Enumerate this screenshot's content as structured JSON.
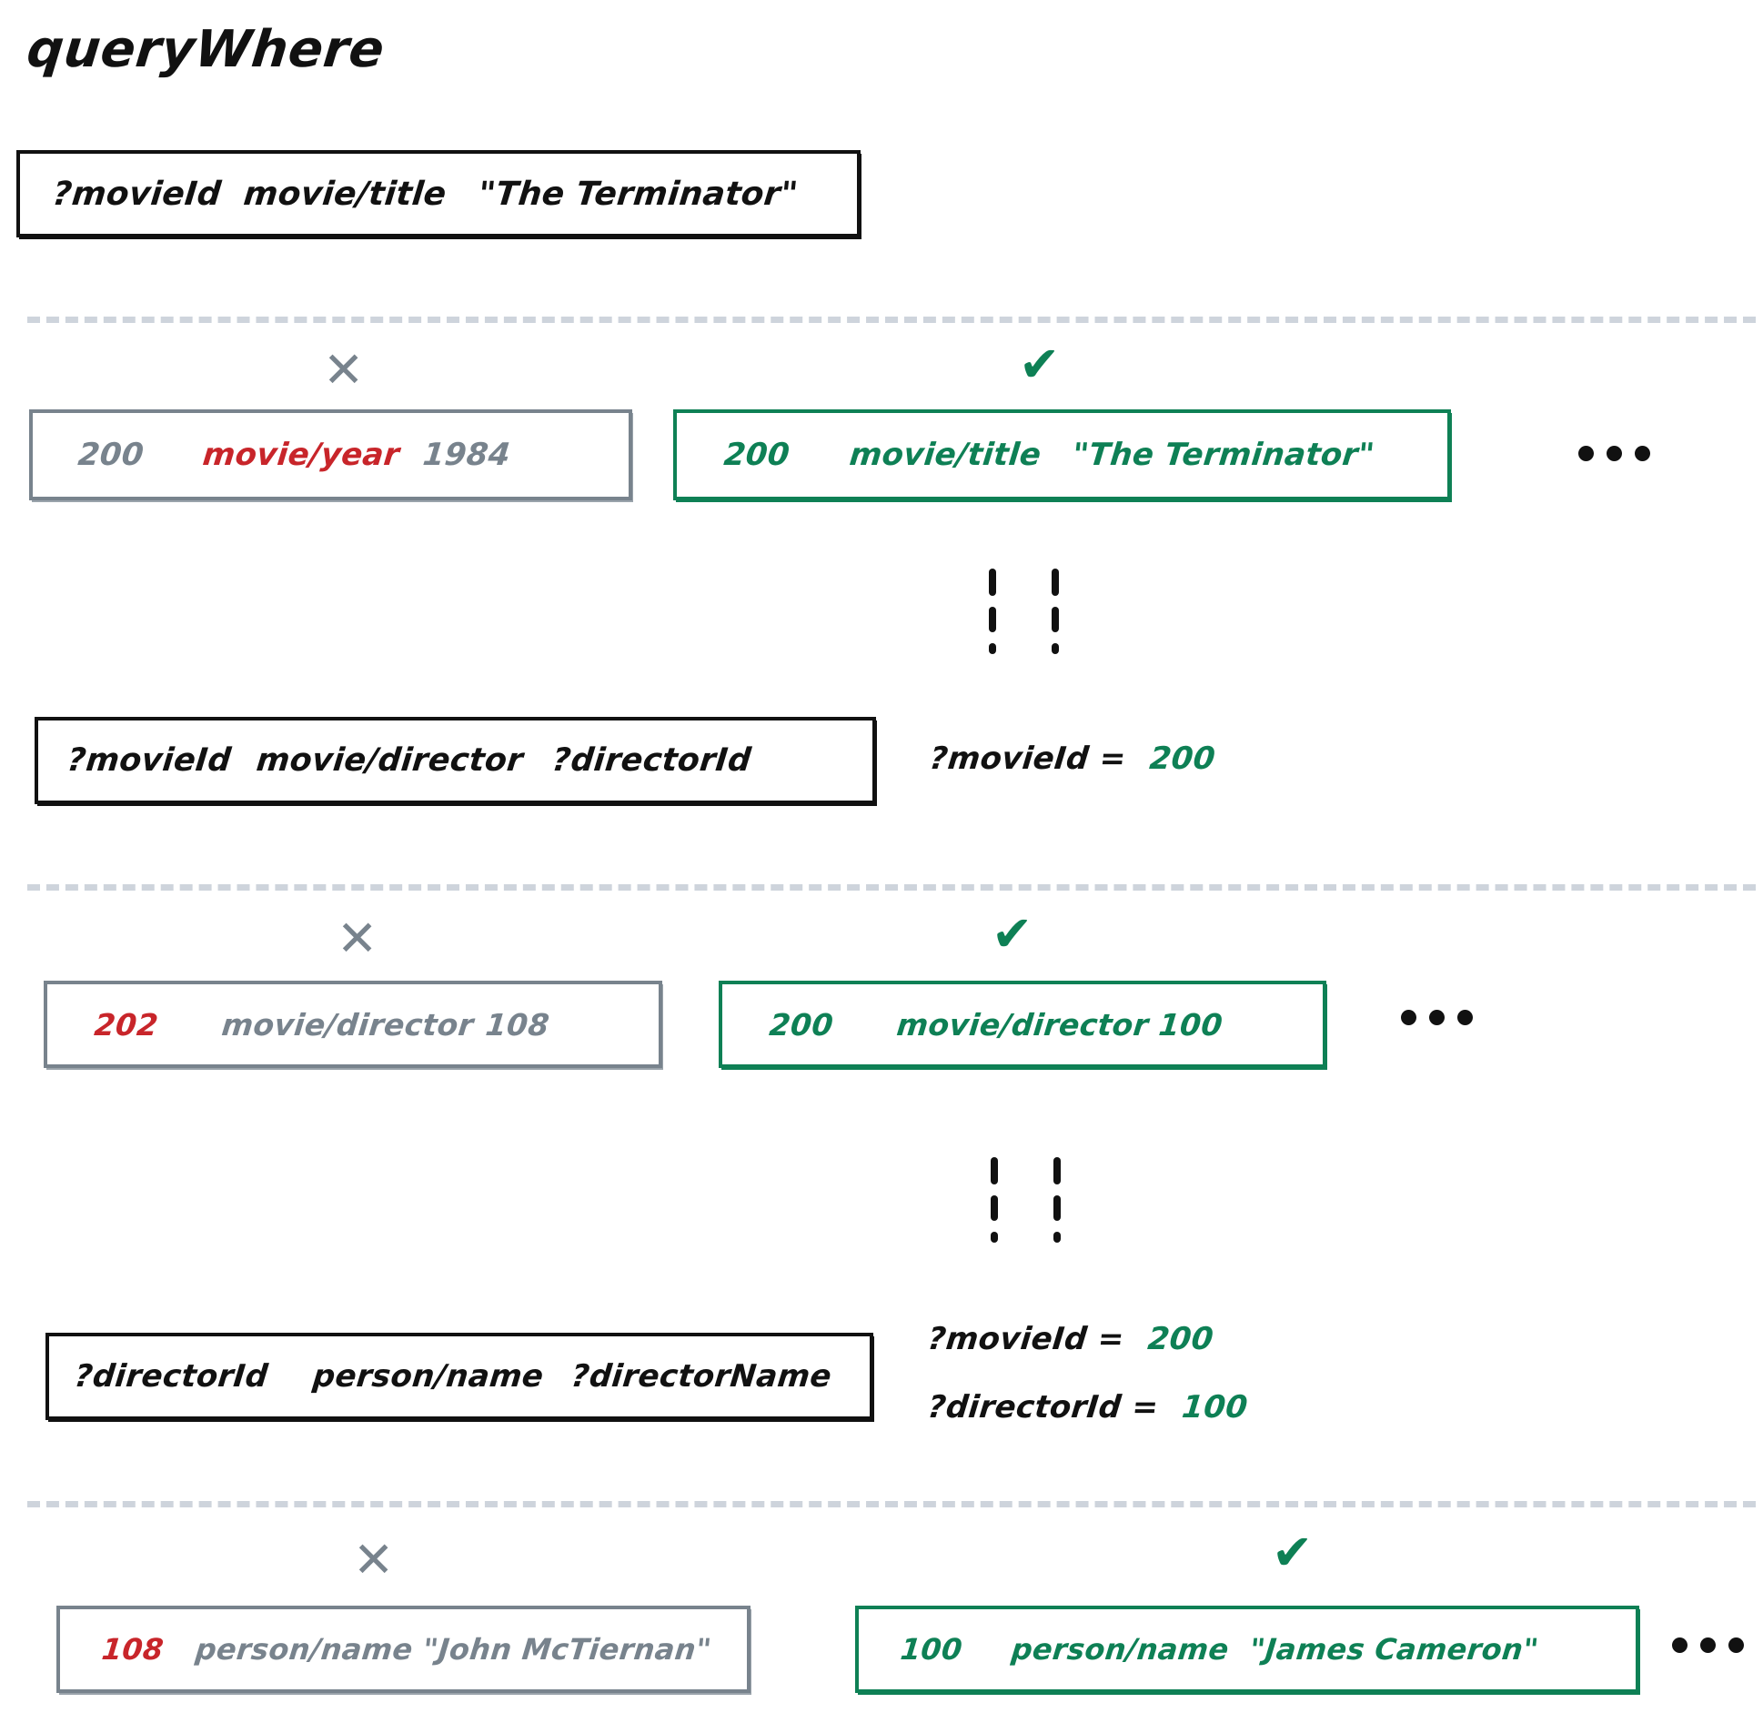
{
  "title": "queryWhere",
  "colors": {
    "match_green": "#0e8055",
    "no_match_gray": "#78838d",
    "highlight_red": "#c8252a",
    "ink_black": "#111111",
    "separator_gray": "#ced4dc"
  },
  "marks": {
    "cross": "✕",
    "check": "✔"
  },
  "sections": [
    {
      "clause": {
        "entity": "?movieId",
        "attribute": "movie/title",
        "value": "\"The Terminator\""
      },
      "no_match": {
        "entity": "200",
        "attribute": "movie/year",
        "value": "1984",
        "highlight": "attribute"
      },
      "match": {
        "entity": "200",
        "attribute": "movie/title",
        "value": "\"The Terminator\""
      },
      "bindings": []
    },
    {
      "clause": {
        "entity": "?movieId",
        "attribute": "movie/director",
        "value": "?directorId"
      },
      "no_match": {
        "entity": "202",
        "attribute": "movie/director",
        "value": "108",
        "highlight": "entity"
      },
      "match": {
        "entity": "200",
        "attribute": "movie/director",
        "value": "100"
      },
      "bindings": [
        {
          "name": "?movieId =",
          "value": "200"
        }
      ]
    },
    {
      "clause": {
        "entity": "?directorId",
        "attribute": "person/name",
        "value": "?directorName"
      },
      "no_match": {
        "entity": "108",
        "attribute": "person/name",
        "value": "\"John McTiernan\"",
        "highlight": "entity"
      },
      "match": {
        "entity": "100",
        "attribute": "person/name",
        "value": "\"James Cameron\""
      },
      "bindings": [
        {
          "name": "?movieId =",
          "value": "200"
        },
        {
          "name": "?directorId =",
          "value": "100"
        }
      ]
    }
  ]
}
